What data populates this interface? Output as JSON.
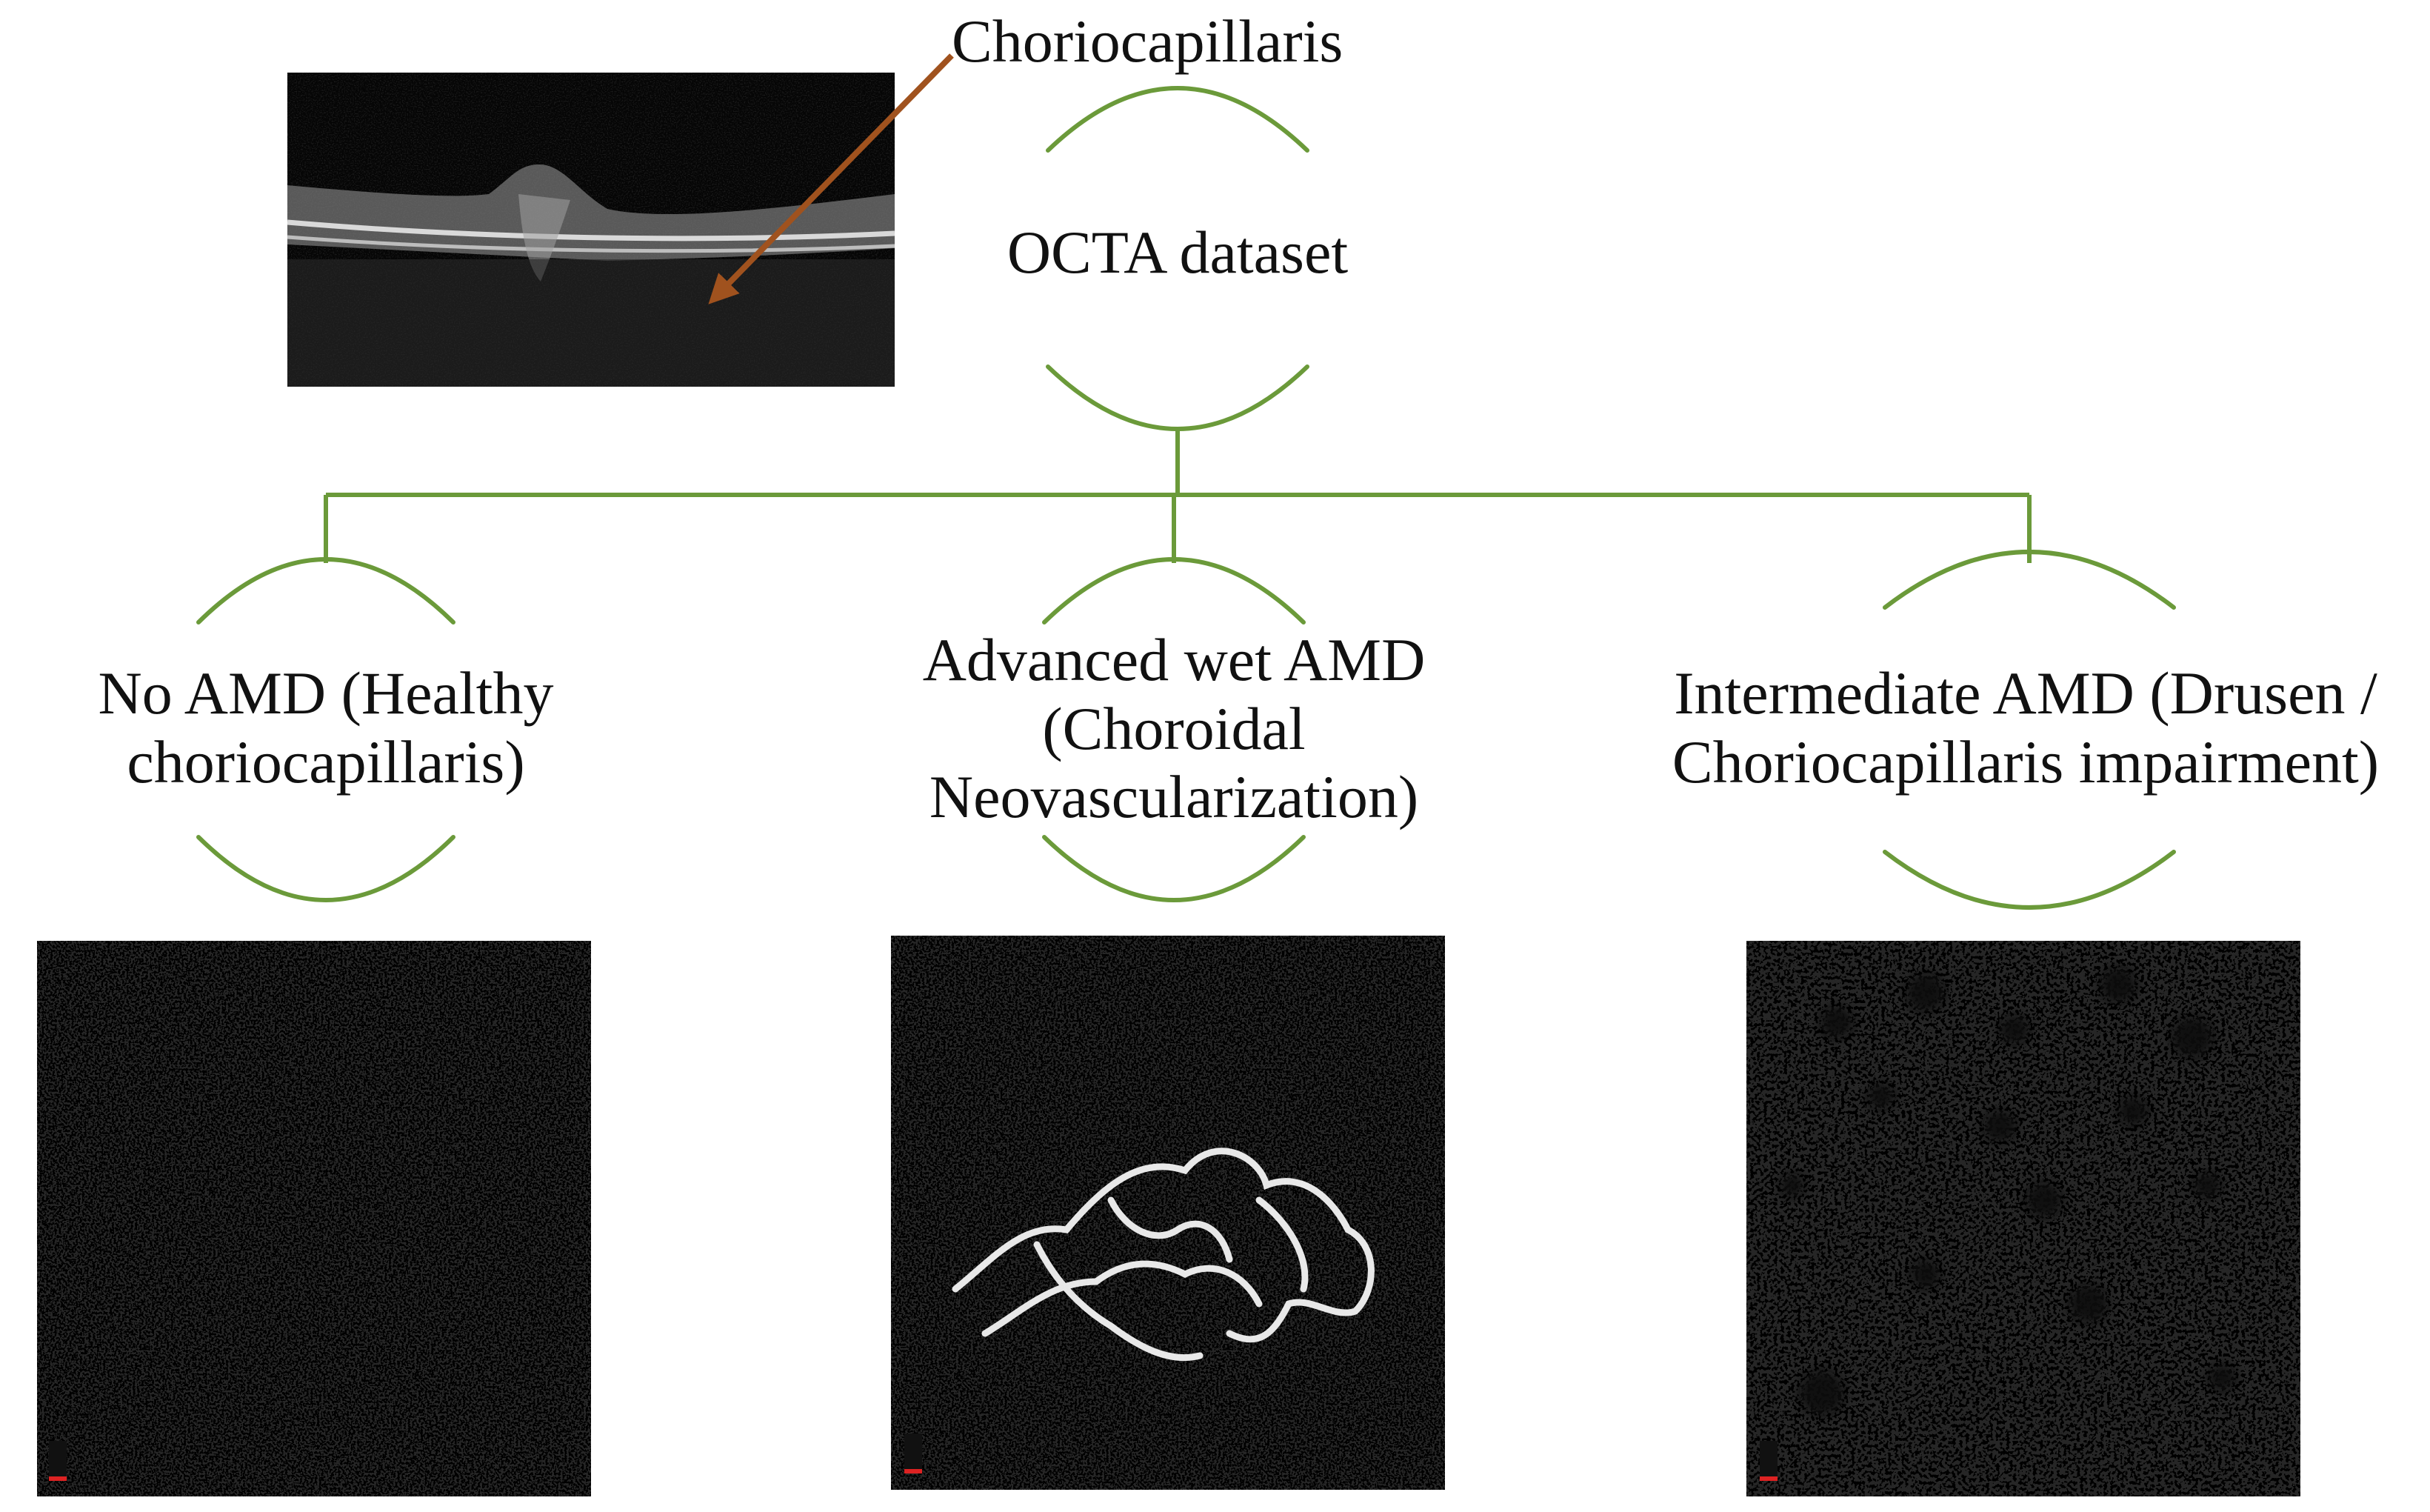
{
  "annotation": {
    "label": "Choriocapillaris"
  },
  "root": {
    "label": "OCTA dataset"
  },
  "categories": [
    {
      "lines": [
        "No AMD (Healthy",
        "choriocapillaris)"
      ]
    },
    {
      "lines": [
        "Advanced wet AMD",
        "(Choroidal",
        "Neovascularization)"
      ]
    },
    {
      "lines": [
        "Intermediate AMD (Drusen /",
        "Choriocapillaris impairment)"
      ]
    }
  ],
  "colors": {
    "bracket": "#6b9a3a",
    "arrow": "#a0521e",
    "image_bg": "#2b2b2b"
  },
  "images": {
    "oct_bscan": "oct-bscan-image",
    "octa_healthy": "octa-healthy-image",
    "octa_wet_amd": "octa-wet-amd-image",
    "octa_intermediate_amd": "octa-intermediate-amd-image"
  }
}
